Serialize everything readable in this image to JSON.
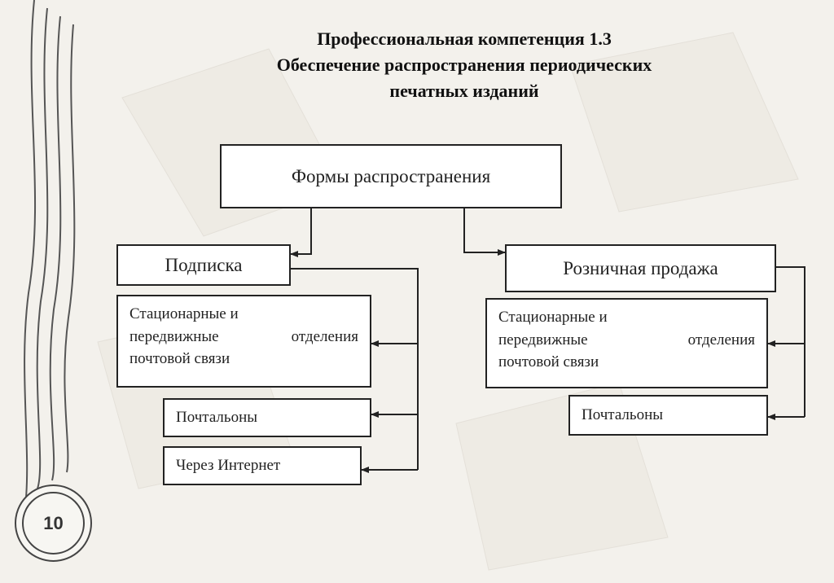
{
  "slide": {
    "title_lines": [
      "Профессиональная компетенция 1.3",
      "Обеспечение распространения периодических",
      "печатных изданий"
    ],
    "page_number": "10"
  },
  "diagram": {
    "root": "Формы распространения",
    "subscription": {
      "label": "Подписка",
      "items": {
        "offices": [
          "Стационарные и",
          "передвижные",
          "отделения",
          "почтовой связи"
        ],
        "postmen": "Почтальоны",
        "internet": "Через Интернет"
      }
    },
    "retail": {
      "label": "Розничная продажа",
      "items": {
        "offices": [
          "Стационарные и",
          "передвижные",
          "отделения",
          "почтовой связи"
        ],
        "postmen": "Почтальоны"
      }
    }
  },
  "colors": {
    "background": "#f3f1ec",
    "box_border": "#222222",
    "lines": "#222222"
  }
}
